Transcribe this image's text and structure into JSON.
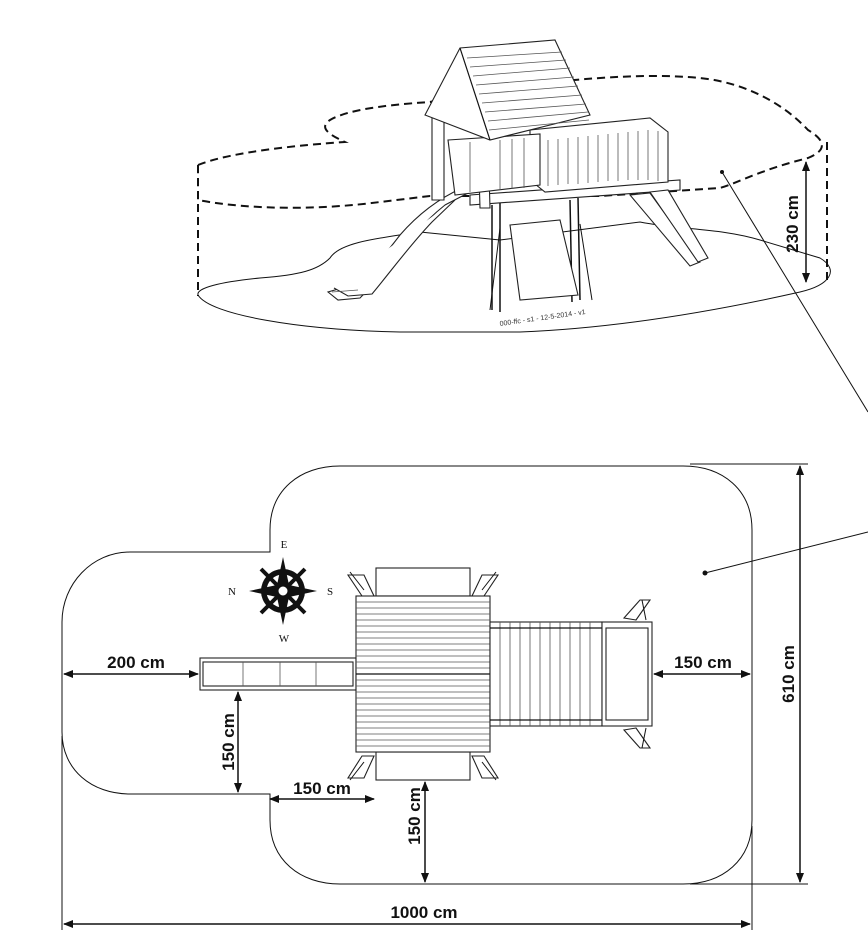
{
  "perspective": {
    "drawing_id": "000-ffc - s1 - 12-5-2014 - v1",
    "height_label": "230 cm"
  },
  "plan": {
    "compass": {
      "north": "N",
      "east": "E",
      "south": "S",
      "west": "W"
    },
    "dimensions": {
      "left_clearance": "200 cm",
      "slide_side_clearance": "150 cm",
      "bottom_inner_width": "150 cm",
      "bottom_clearance": "150 cm",
      "right_clearance": "150 cm",
      "total_width": "1000 cm",
      "total_depth": "610 cm"
    }
  },
  "colors": {
    "ink": "#111111",
    "background": "#ffffff"
  }
}
